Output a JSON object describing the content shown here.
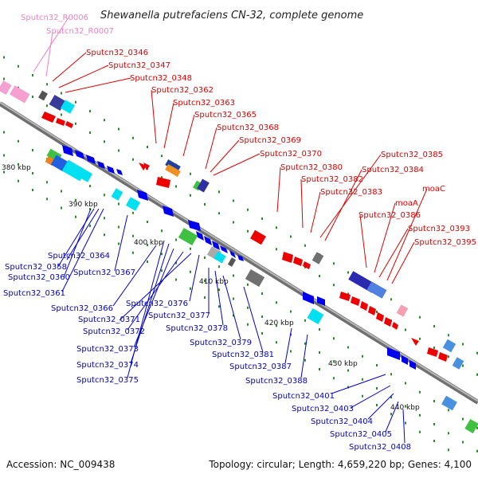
{
  "title": "Shewanella putrefaciens CN-32, complete genome",
  "accession": "Accession: NC_009438",
  "summary": "Topology: circular; Length: 4,659,220 bp; Genes: 4,100",
  "colors": {
    "rna_label": "#f080c0",
    "forward_label": "#dd0000",
    "reverse_label": "#0000cc",
    "forward_gene": "#ee0000",
    "reverse_gene": "#0000ee",
    "backbone": "#888888",
    "tick": "#228822"
  },
  "kbp_marks": [
    {
      "label": "380 kbp"
    },
    {
      "label": "390 kbp"
    },
    {
      "label": "400 kbp"
    },
    {
      "label": "410 kbp"
    },
    {
      "label": "420 kbp"
    },
    {
      "label": "430 kbp"
    },
    {
      "label": "440 kbp"
    }
  ],
  "rna_labels": [
    "Sputcn32_R0006",
    "Sputcn32_R0007"
  ],
  "forward_labels": [
    "Sputcn32_0346",
    "Sputcn32_0347",
    "Sputcn32_0348",
    "Sputcn32_0362",
    "Sputcn32_0363",
    "Sputcn32_0365",
    "Sputcn32_0368",
    "Sputcn32_0369",
    "Sputcn32_0370",
    "Sputcn32_0380",
    "Sputcn32_0382",
    "Sputcn32_0383",
    "Sputcn32_0385",
    "Sputcn32_0384",
    "moaC",
    "moaA",
    "Sputcn32_0386",
    "Sputcn32_0393",
    "Sputcn32_0395"
  ],
  "reverse_labels": [
    "Sputcn32_0364",
    "Sputcn32_0358",
    "Sputcn32_0360",
    "Sputcn32_0367",
    "Sputcn32_0361",
    "Sputcn32_0366",
    "Sputcn32_0376",
    "Sputcn32_0371",
    "Sputcn32_0377",
    "Sputcn32_0372",
    "Sputcn32_0378",
    "Sputcn32_0373",
    "Sputcn32_0379",
    "Sputcn32_0374",
    "Sputcn32_0381",
    "Sputcn32_0387",
    "Sputcn32_0375",
    "Sputcn32_0388",
    "Sputcn32_0401",
    "Sputcn32_0403",
    "Sputcn32_0404",
    "Sputcn32_0405",
    "Sputcn32_0408"
  ]
}
